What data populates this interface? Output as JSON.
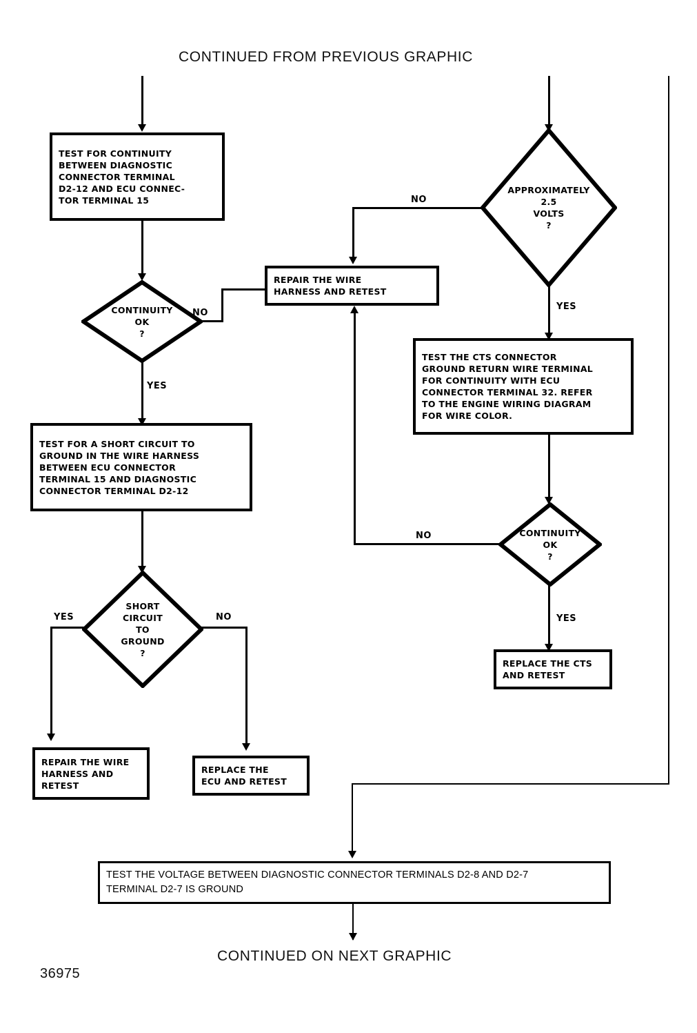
{
  "document": {
    "header_top": "CONTINUED FROM PREVIOUS GRAPHIC",
    "header_bottom": "CONTINUED ON NEXT GRAPHIC",
    "figure_number": "36975"
  },
  "nodes": {
    "test_continuity_d212": {
      "type": "process",
      "text": "TEST FOR CONTINUITY\nBETWEEN DIAGNOSTIC\nCONNECTOR TERMINAL\nD2-12 AND ECU CONNEC-\nTOR TERMINAL 15"
    },
    "continuity_ok_1": {
      "type": "decision",
      "text": "CONTINUITY\nOK\n?"
    },
    "repair_wire_harness_top": {
      "type": "process",
      "text": "REPAIR THE WIRE\nHARNESS AND RETEST"
    },
    "test_short_circuit": {
      "type": "process",
      "text": "TEST FOR A SHORT CIRCUIT TO\nGROUND IN THE WIRE HARNESS\nBETWEEN ECU CONNECTOR\nTERMINAL 15 AND DIAGNOSTIC\nCONNECTOR TERMINAL D2-12"
    },
    "short_circuit_to_ground": {
      "type": "decision",
      "text": "SHORT\nCIRCUIT\nTO\nGROUND\n?"
    },
    "repair_wire_harness_bottom": {
      "type": "process",
      "text": "REPAIR THE WIRE\nHARNESS AND\nRETEST"
    },
    "replace_ecu": {
      "type": "process",
      "text": "REPLACE THE\nECU AND RETEST"
    },
    "approximately_25_volts": {
      "type": "decision",
      "text": "APPROXIMATELY\n2.5\nVOLTS\n?"
    },
    "test_cts_connector": {
      "type": "process",
      "text": "TEST THE CTS CONNECTOR\nGROUND RETURN WIRE TERMINAL\nFOR CONTINUITY WITH ECU\nCONNECTOR TERMINAL 32. REFER\nTO THE ENGINE WIRING DIAGRAM\nFOR WIRE COLOR."
    },
    "continuity_ok_2": {
      "type": "decision",
      "text": "CONTINUITY\nOK\n?"
    },
    "replace_cts": {
      "type": "process",
      "text": "REPLACE THE CTS\nAND RETEST"
    },
    "test_voltage_d28_d27": {
      "type": "process",
      "text": "TEST THE VOLTAGE BETWEEN DIAGNOSTIC CONNECTOR TERMINALS D2-8 AND D2-7\nTERMINAL D2-7 IS GROUND"
    }
  },
  "edge_labels": {
    "continuity1_no": "NO",
    "continuity1_yes": "YES",
    "short_yes": "YES",
    "short_no": "NO",
    "volts_no": "NO",
    "volts_yes": "YES",
    "continuity2_no": "NO",
    "continuity2_yes": "YES"
  },
  "colors": {
    "ink": "#000000",
    "paper": "#ffffff"
  }
}
